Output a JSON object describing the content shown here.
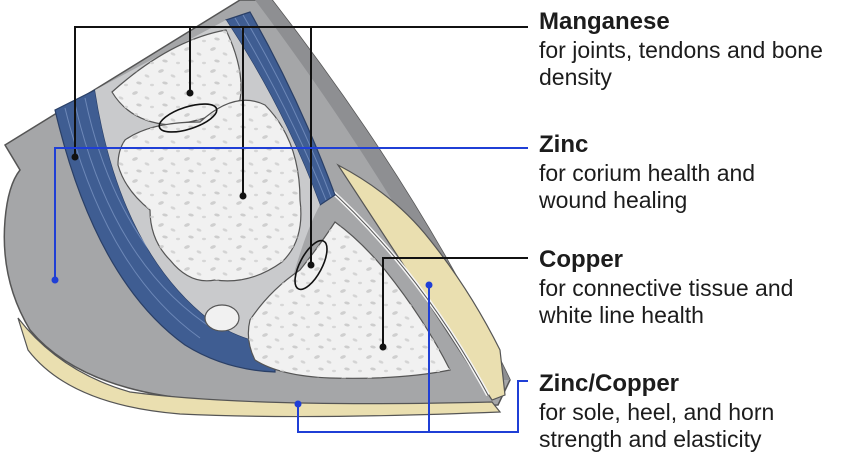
{
  "labels": [
    {
      "title": "Manganese",
      "description": "for joints, tendons and bone density"
    },
    {
      "title": "Zinc",
      "description": "for corium health and wound healing"
    },
    {
      "title": "Copper",
      "description": "for connective tissue and white line health"
    },
    {
      "title": "Zinc/Copper",
      "description": "for sole, heel, and horn strength and elasticity"
    }
  ],
  "colors": {
    "manganese_line": "#111111",
    "zinc_line": "#1f3fd6",
    "copper_line": "#111111",
    "zinc_copper_line": "#1f3fd6",
    "hoof_wall": "#a5a6a8",
    "tendon": "#3f5d92",
    "bone": "#f1f1f1",
    "sole": "#eadfb0"
  }
}
